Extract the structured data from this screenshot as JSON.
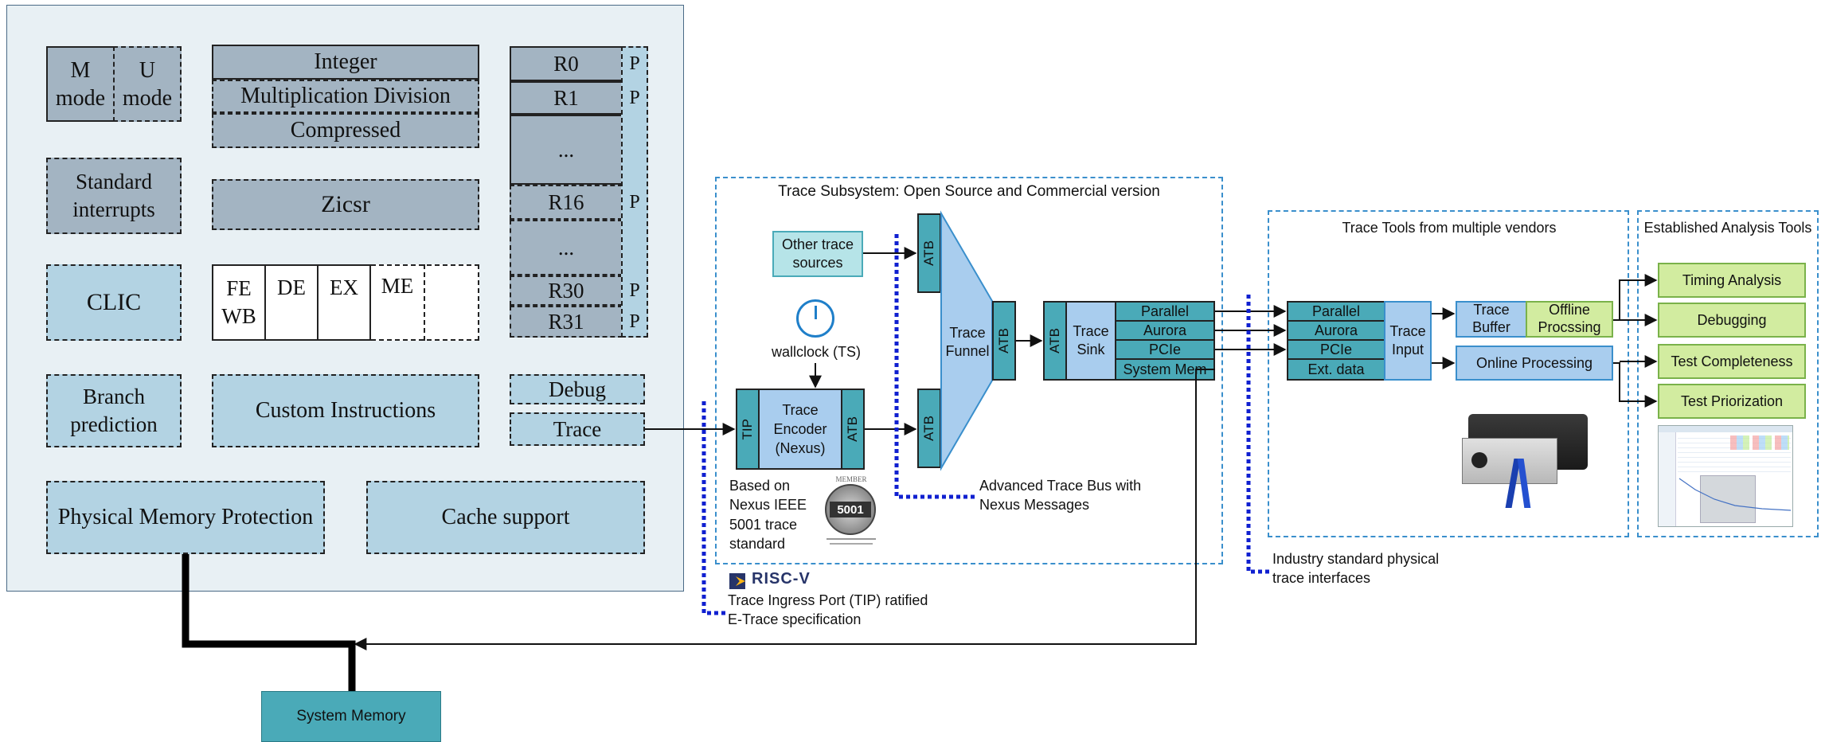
{
  "core": {
    "m_mode": "M mode",
    "u_mode": "U mode",
    "isa": [
      "Integer",
      "Multiplication Division",
      "Compressed"
    ],
    "registers": [
      "R0",
      "R1",
      "...",
      "R16",
      "...",
      "R30",
      "R31"
    ],
    "p_label": "P",
    "std_interrupts": "Standard interrupts",
    "zicsr": "Zicsr",
    "clic": "CLIC",
    "pipeline": [
      "FE WB",
      "DE",
      "EX",
      "ME"
    ],
    "branch": "Branch prediction",
    "custom": "Custom Instructions",
    "debug": "Debug",
    "trace": "Trace",
    "pmp": "Physical Memory Protection",
    "cache": "Cache support"
  },
  "system_memory": "System Memory",
  "subsystem": {
    "title": "Trace Subsystem: Open Source and Commercial version",
    "other_sources": "Other trace sources",
    "atb": "ATB",
    "tip": "TIP",
    "wallclock": "wallclock (TS)",
    "encoder": "Trace Encoder (Nexus)",
    "funnel": "Trace Funnel",
    "sink": "Trace Sink",
    "sink_ports": [
      "Parallel",
      "Aurora",
      "PCIe",
      "System Mem"
    ],
    "nexus_note": "Based on Nexus IEEE 5001 trace standard",
    "seal_top": "MEMBER",
    "seal_number": "5001",
    "atb_note": "Advanced Trace Bus with Nexus Messages",
    "riscv_logo": "RISC-V",
    "tip_note": "Trace Ingress Port (TIP) ratified E-Trace specification"
  },
  "tools": {
    "title": "Trace Tools from multiple vendors",
    "inputs": [
      "Parallel",
      "Aurora",
      "PCIe",
      "Ext. data"
    ],
    "trace_input": "Trace Input",
    "trace_buffer": "Trace Buffer",
    "offline": "Offline Procssing",
    "online": "Online Processing"
  },
  "industry_note": "Industry standard physical trace interfaces",
  "analysis": {
    "title": "Established Analysis Tools",
    "items": [
      "Timing Analysis",
      "Debugging",
      "Test Completeness",
      "Test Priorization"
    ]
  },
  "colors": {
    "core_bg": "#e8f0f4",
    "gray_block": "#a3b4c2",
    "light_blue_block": "#b3d3e3",
    "teal": "#4aaab8",
    "blue": "#a9cdee",
    "green": "#d2eca0",
    "dotted_blue": "#1020d0"
  }
}
